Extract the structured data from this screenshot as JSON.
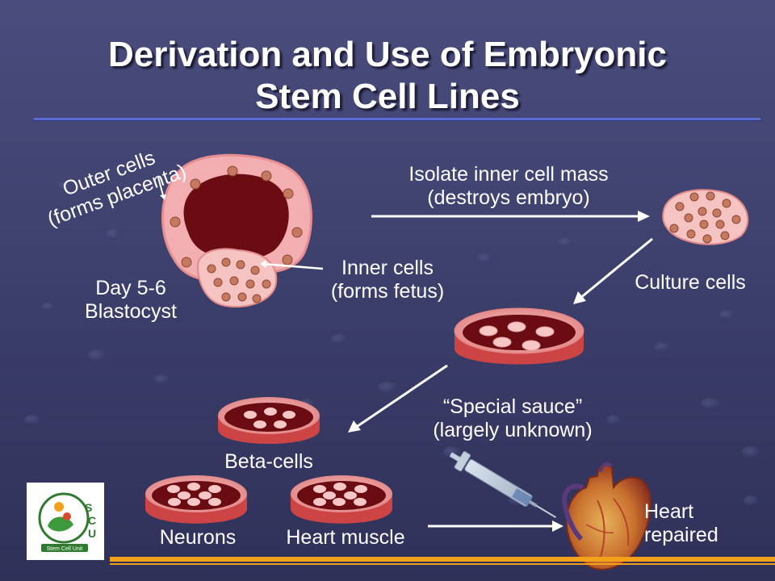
{
  "title": {
    "line1": "Derivation and Use of Embryonic",
    "line2": "Stem Cell Lines"
  },
  "labels": {
    "outer_cells": "Outer cells",
    "outer_cells_note": "(forms placenta)",
    "blastocyst_day": "Day 5-6",
    "blastocyst": "Blastocyst",
    "inner_cells": "Inner cells",
    "inner_cells_note": "(forms fetus)",
    "isolate": "Isolate inner cell mass",
    "isolate_note": "(destroys embryo)",
    "culture": "Culture cells",
    "special_sauce": "“Special sauce”",
    "special_sauce_note": "(largely unknown)",
    "beta_cells": "Beta-cells",
    "neurons": "Neurons",
    "heart_muscle": "Heart muscle",
    "heart_repaired_1": "Heart",
    "heart_repaired_2": "repaired"
  },
  "logo": {
    "letters": [
      "S",
      "C",
      "U"
    ],
    "caption": "Stem Cell Unit"
  },
  "colors": {
    "background": "#3d3f6e",
    "title_rule": "#5b6bd6",
    "cell_dark": "#6b0c12",
    "cell_pink": "#f3b3b3",
    "footer_orange": "#f4a11a"
  }
}
